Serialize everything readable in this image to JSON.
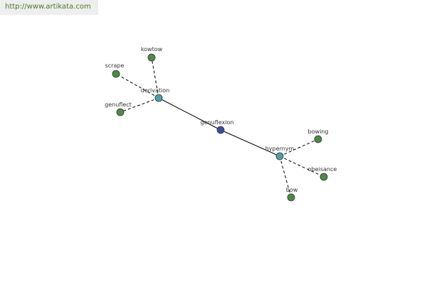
{
  "site": {
    "url": "http://www.artikata.com"
  },
  "colors": {
    "root": "#3a4f9c",
    "relation": "#4fa0a6",
    "leaf": "#4e8a48",
    "banner_bg": "#eeeeee",
    "banner_text": "#4a7a2a"
  },
  "graph": {
    "nodes": [
      {
        "id": "genuflexion",
        "label": "genuflexion",
        "kind": "root"
      },
      {
        "id": "derivation",
        "label": "derivation",
        "kind": "relation"
      },
      {
        "id": "hypernym",
        "label": "hypernym",
        "kind": "relation"
      },
      {
        "id": "kowtow",
        "label": "kowtow",
        "kind": "leaf"
      },
      {
        "id": "scrape",
        "label": "scrape",
        "kind": "leaf"
      },
      {
        "id": "genuflect",
        "label": "genuflect",
        "kind": "leaf"
      },
      {
        "id": "bowing",
        "label": "bowing",
        "kind": "leaf"
      },
      {
        "id": "obeisance",
        "label": "obeisance",
        "kind": "leaf"
      },
      {
        "id": "bow",
        "label": "bow",
        "kind": "leaf"
      }
    ],
    "edges": [
      {
        "from": "genuflexion",
        "to": "derivation",
        "style": "solid"
      },
      {
        "from": "genuflexion",
        "to": "hypernym",
        "style": "solid"
      },
      {
        "from": "derivation",
        "to": "kowtow",
        "style": "dashed"
      },
      {
        "from": "derivation",
        "to": "scrape",
        "style": "dashed"
      },
      {
        "from": "derivation",
        "to": "genuflect",
        "style": "dashed"
      },
      {
        "from": "hypernym",
        "to": "bowing",
        "style": "dashed"
      },
      {
        "from": "hypernym",
        "to": "obeisance",
        "style": "dashed"
      },
      {
        "from": "hypernym",
        "to": "bow",
        "style": "dashed"
      }
    ]
  }
}
